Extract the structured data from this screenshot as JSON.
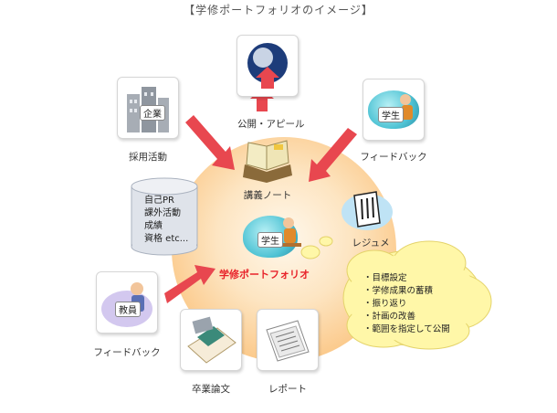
{
  "title": "【学修ポートフォリオのイメージ】",
  "nodes": {
    "public": "公開・アピール",
    "company": "採用活動",
    "company_tag": "企業",
    "student_feedback": "フィードバック",
    "student_tag": "学生",
    "lecture": "講義ノート",
    "resume": "レジュメ",
    "teacher_feedback": "フィードバック",
    "teacher_tag": "教員",
    "thesis": "卒業論文",
    "report": "レポート",
    "center": "学修ポートフォリオ",
    "center_tag": "学生"
  },
  "cylinder_items": [
    "自己PR",
    "課外活動",
    "成績",
    "資格 etc..."
  ],
  "cloud_items": [
    "・目標設定",
    "・学修成果の蓄積",
    "・振り返り",
    "・計画の改善",
    "・範囲を指定して公開"
  ],
  "colors": {
    "arrow": "#e8474f",
    "accent_text": "#e8232a"
  }
}
